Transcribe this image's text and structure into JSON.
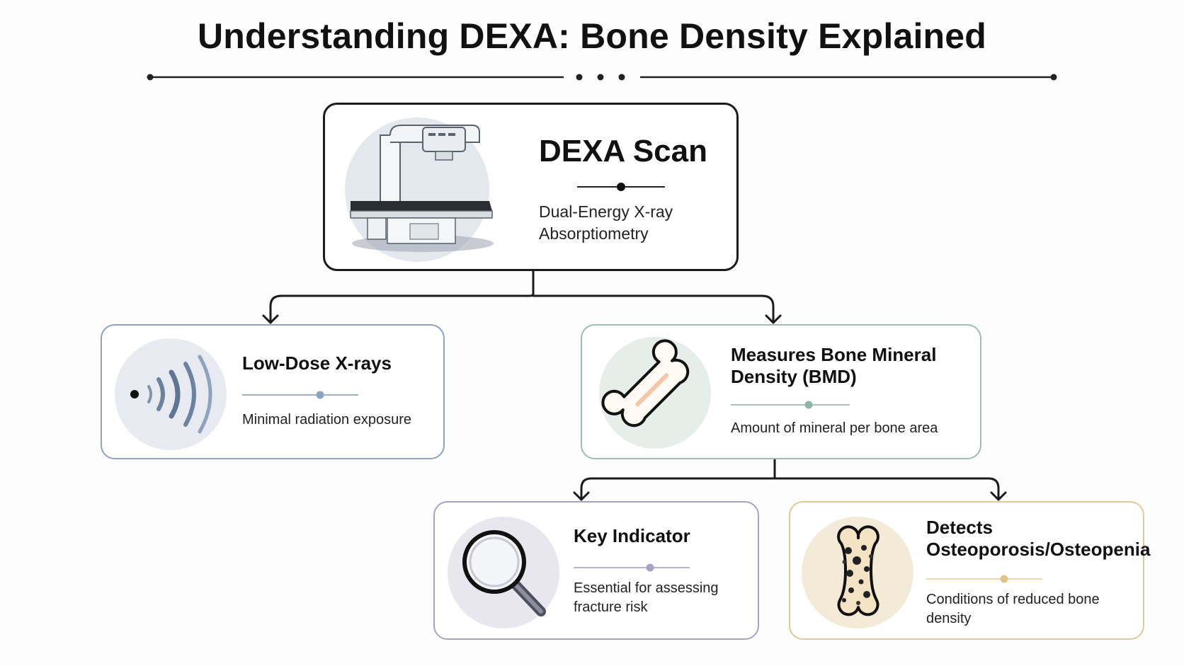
{
  "title": "Understanding DEXA: Bone Density Explained",
  "colors": {
    "dexa_border": "#1b1b1b",
    "lowdose_border": "#8ea3bd",
    "bmd_border": "#9ebdb3",
    "key_border": "#a8a3c6",
    "osteo_border": "#e0c99a"
  },
  "nodes": {
    "dexa": {
      "title": "DEXA Scan",
      "subtitle": "Dual-Energy X-ray Absorptiometry",
      "icon": "dexa-scanner-icon"
    },
    "lowdose": {
      "title": "Low-Dose X-rays",
      "subtitle": "Minimal radiation exposure",
      "icon": "radiation-waves-icon"
    },
    "bmd": {
      "title": "Measures Bone Mineral Density (BMD)",
      "subtitle": "Amount of mineral per bone area",
      "icon": "bone-icon"
    },
    "key": {
      "title": "Key Indicator",
      "subtitle": "Essential for assessing fracture risk",
      "icon": "magnifying-glass-icon"
    },
    "osteo": {
      "title": "Detects Osteoporosis/Osteopenia",
      "subtitle": "Conditions of reduced bone density",
      "icon": "porous-bone-icon"
    }
  },
  "edges": [
    {
      "from": "DEXA Scan",
      "to": "Low-Dose X-rays"
    },
    {
      "from": "DEXA Scan",
      "to": "Measures Bone Mineral Density (BMD)"
    },
    {
      "from": "Measures Bone Mineral Density (BMD)",
      "to": "Key Indicator"
    },
    {
      "from": "Measures Bone Mineral Density (BMD)",
      "to": "Detects Osteoporosis/Osteopenia"
    }
  ]
}
